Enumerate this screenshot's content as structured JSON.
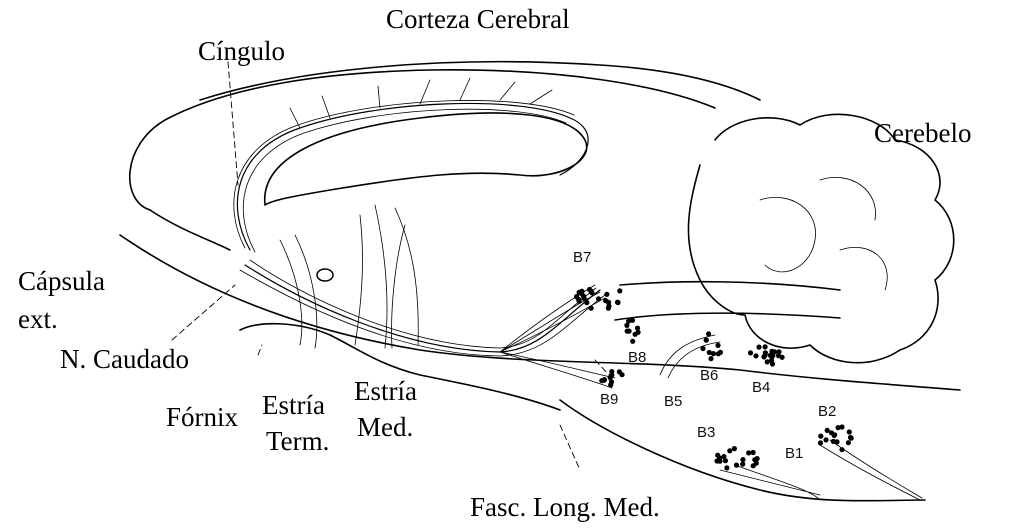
{
  "labels": {
    "corteza": "Corteza Cerebral",
    "cingulo": "Cíngulo",
    "cerebelo": "Cerebelo",
    "capsula_1": "Cápsula",
    "capsula_2": "ext.",
    "caudado": "N. Caudado",
    "fornix": "Fórnix",
    "estria_term_1": "Estría",
    "estria_term_2": "Term.",
    "estria_med_1": "Estría",
    "estria_med_2": "Med.",
    "fasc": "Fasc. Long. Med."
  },
  "nuclei": {
    "b1": "B1",
    "b2": "B2",
    "b3": "B3",
    "b4": "B4",
    "b5": "B5",
    "b6": "B6",
    "b7": "B7",
    "b8": "B8",
    "b9": "B9"
  }
}
